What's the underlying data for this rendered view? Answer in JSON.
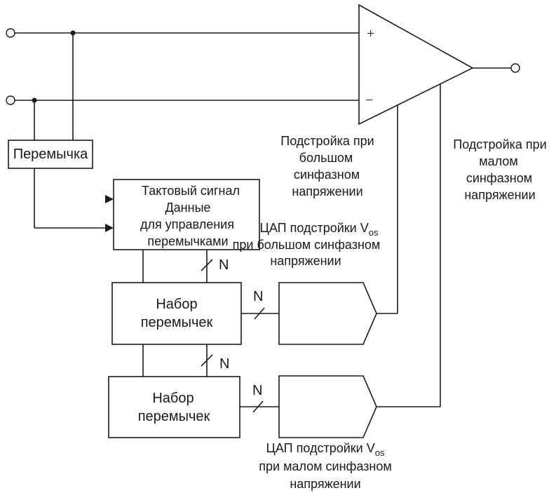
{
  "opamp": {
    "plus_sign": "+",
    "minus_sign": "−"
  },
  "labels": {
    "fuse": "Перемычка",
    "control_block": [
      "Тактовый сигнал",
      "Данные",
      "для управления",
      "перемычками"
    ],
    "fuse_bank_1": [
      "Набор",
      "перемычек"
    ],
    "fuse_bank_2": [
      "Набор",
      "перемычек"
    ],
    "high_cm_trim": [
      "Подстройка при",
      "большом",
      "синфазном",
      "напряжении"
    ],
    "low_cm_trim": [
      "Подстройка при",
      "малом",
      "синфазном",
      "напряжении"
    ],
    "dac_high": {
      "line1_prefix": "ЦАП подстройки V",
      "line1_sub": "os",
      "line2": "при большом синфазном",
      "line3": "напряжении"
    },
    "dac_low": {
      "line1_prefix": "ЦАП подстройки V",
      "line1_sub": "os",
      "line2": "при малом синфазном",
      "line3": "напряжении"
    },
    "bus_n1": "N",
    "bus_n2": "N",
    "bus_n3": "N",
    "bus_n4": "N"
  }
}
